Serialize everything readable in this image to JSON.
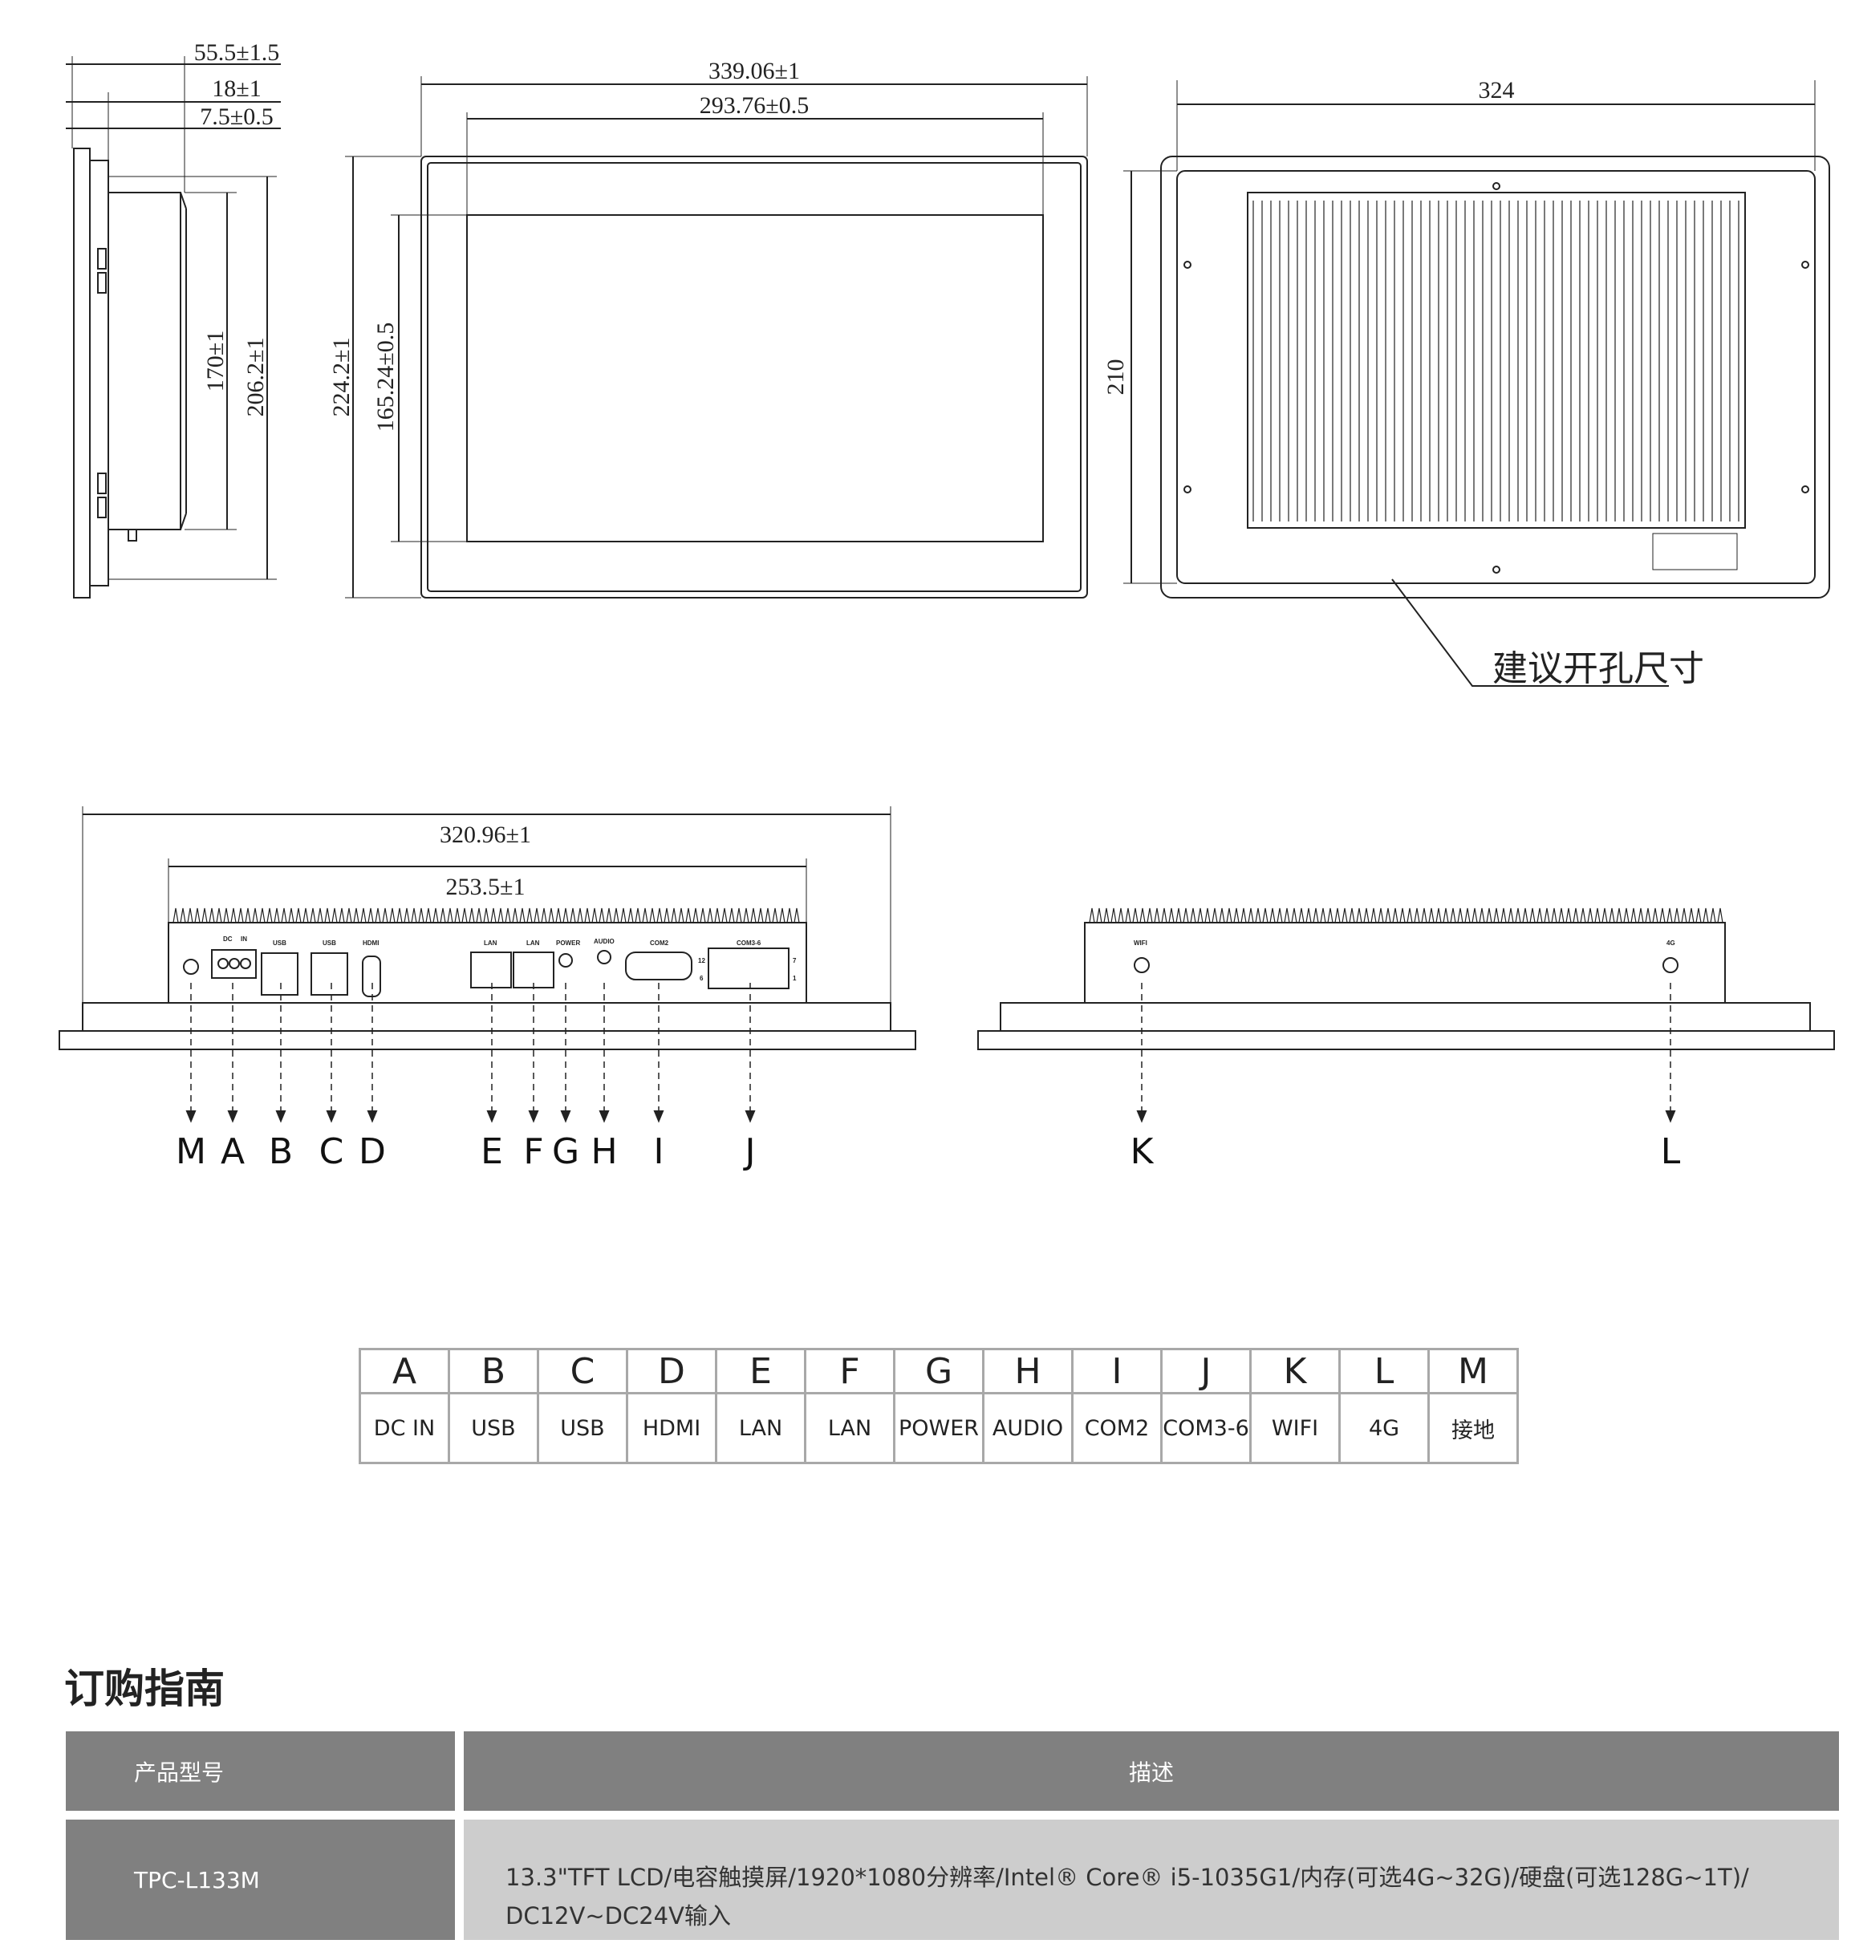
{
  "side_view": {
    "overall_depth": "55.5±1.5",
    "body_depth": "18±1",
    "panel_depth": "7.5±0.5",
    "body_height": "170±1",
    "back_height": "206.2±1"
  },
  "front_view": {
    "width": "339.06±1",
    "screen_width": "293.76±0.5",
    "height": "224.2±1",
    "screen_height": "165.24±0.5"
  },
  "back_view": {
    "cutout_width": "324",
    "cutout_height": "210",
    "cutout_label": "建议开孔尺寸"
  },
  "io_view": {
    "width": "320.96±1",
    "body_width": "253.5±1",
    "port_labels": {
      "dc": "DC",
      "in": "IN",
      "usb1": "USB",
      "usb2": "USB",
      "hdmi": "HDMI",
      "lan1": "LAN",
      "lan2": "LAN",
      "power": "POWER",
      "audio": "AUDIO",
      "com2": "COM2",
      "com36": "COM3-6",
      "wifi": "WIFI",
      "g4": "4G"
    },
    "com36_pins": [
      "12",
      "6",
      "7",
      "1"
    ],
    "callouts": [
      "M",
      "A",
      "B",
      "C",
      "D",
      "E",
      "F",
      "G",
      "H",
      "I",
      "J",
      "K",
      "L"
    ]
  },
  "port_table": {
    "letters": [
      "A",
      "B",
      "C",
      "D",
      "E",
      "F",
      "G",
      "H",
      "I",
      "J",
      "K",
      "L",
      "M"
    ],
    "names": [
      "DC IN",
      "USB",
      "USB",
      "HDMI",
      "LAN",
      "LAN",
      "POWER",
      "AUDIO",
      "COM2",
      "COM3-6",
      "WIFI",
      "4G",
      "接地"
    ]
  },
  "ordering": {
    "title": "订购指南",
    "headers": {
      "model": "产品型号",
      "description": "描述"
    },
    "rows": [
      {
        "model": "TPC-L133M",
        "description_lines": [
          "13.3\"TFT LCD/电容触摸屏/1920*1080分辨率/Intel® Core® i5-1035G1/内存(可选4G~32G)/硬盘(可选128G~1T)/",
          "DC12V~DC24V输入"
        ]
      }
    ]
  },
  "colors": {
    "table_header": "#808080",
    "table_body": "#cdcdcd",
    "grid": "#a8a8a8",
    "line": "#222222"
  }
}
